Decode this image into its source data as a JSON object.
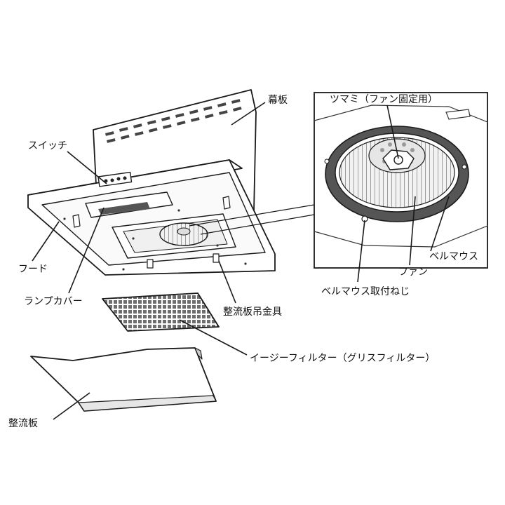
{
  "labels": {
    "makuita": "幕板",
    "switch": "スイッチ",
    "hood": "フード",
    "lamp_cover": "ランプカバー",
    "seiryuban_tsurikanagu": "整流板吊金具",
    "easy_filter": "イージーフィルター（グリスフィルター）",
    "seiryuban": "整流板",
    "tsumami": "ツマミ（ファン固定用）",
    "fan": "ファン",
    "bellmouth": "ベルマウス",
    "bellmouth_screw": "ベルマウス取付ねじ"
  },
  "colors": {
    "line": "#1a1a1a",
    "fill_light": "#ffffff",
    "fill_gray": "#e6e6e6",
    "fill_dark": "#555555",
    "filter_mesh": "#7a7a7a",
    "label_text": "#111111"
  }
}
